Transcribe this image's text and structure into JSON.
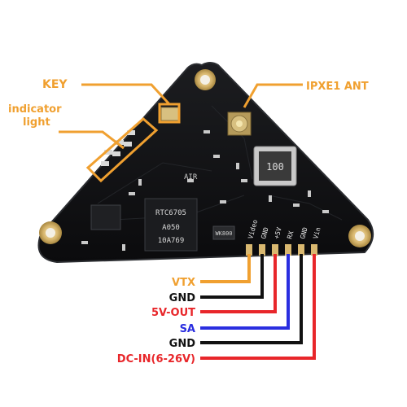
{
  "callouts": {
    "key": "KEY",
    "indicator_line1": "indicator",
    "indicator_line2": "light",
    "antenna": "IPXE1 ANT"
  },
  "chip": {
    "brand": "AIR",
    "model": "RTC6705",
    "code1": "A050",
    "code2": "10A769",
    "small": "WK800",
    "inductor": "100"
  },
  "pad_labels": [
    "Video",
    "GND",
    "+5V",
    "RX",
    "GND",
    "Vin"
  ],
  "wires": [
    {
      "label": "VTX",
      "color": "#f0a030"
    },
    {
      "label": "GND",
      "color": "#111111"
    },
    {
      "label": "5V-OUT",
      "color": "#e8262a"
    },
    {
      "label": "SA",
      "color": "#2a2ee0"
    },
    {
      "label": "GND",
      "color": "#111111"
    },
    {
      "label": "DC-IN(6-26V)",
      "color": "#e8262a"
    }
  ],
  "colors": {
    "callout": "#f0a030",
    "board": "#111214"
  }
}
